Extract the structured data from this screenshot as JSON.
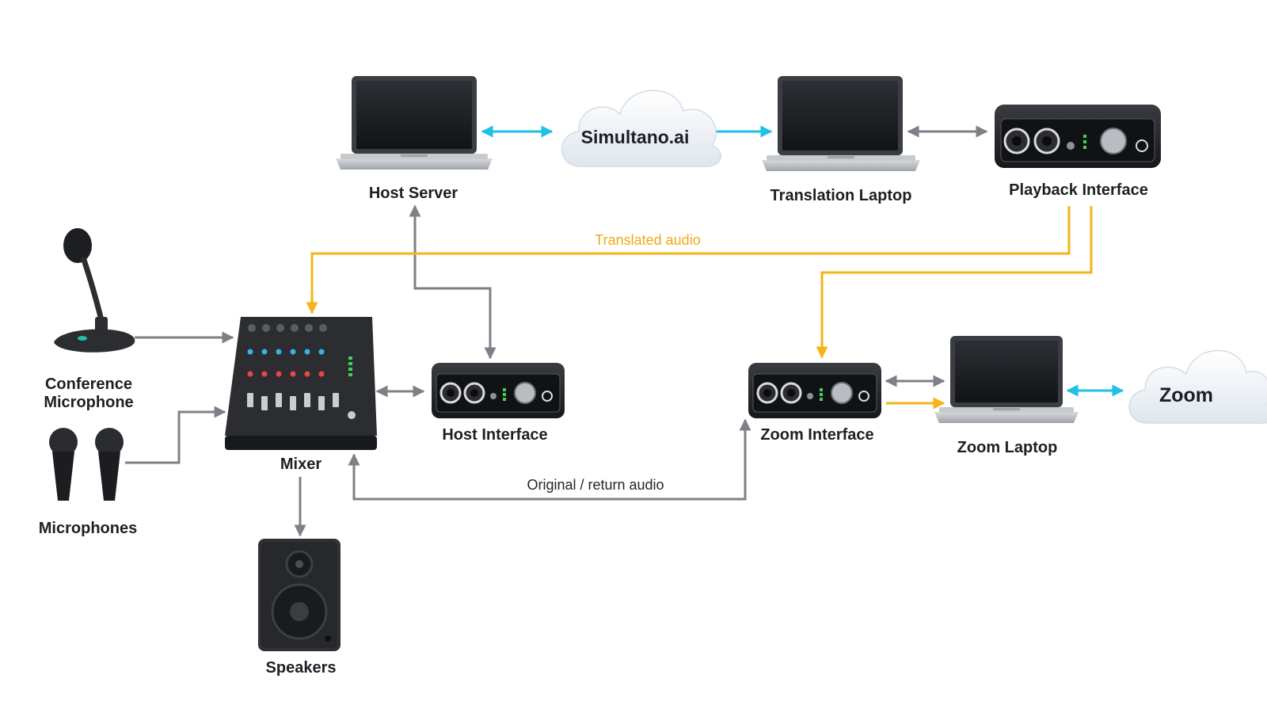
{
  "nodes": {
    "host_server": "Host Server",
    "simultano": "Simultano.ai",
    "translation_laptop": "Translation Laptop",
    "playback_interface": "Playback Interface",
    "conference_microphone": "Conference Microphone",
    "microphones": "Microphones",
    "mixer": "Mixer",
    "host_interface": "Host Interface",
    "speakers": "Speakers",
    "zoom_interface": "Zoom Interface",
    "zoom_laptop": "Zoom Laptop",
    "zoom_cloud": "Zoom"
  },
  "flows": {
    "translated_audio": "Translated audio",
    "original_return_audio": "Original / return audio"
  },
  "colors": {
    "cyan": "#1ec0e6",
    "gray": "#7d8086",
    "yellow": "#f4b41a",
    "label_yellow": "#f0a818",
    "device_dark": "#2a2c30"
  }
}
